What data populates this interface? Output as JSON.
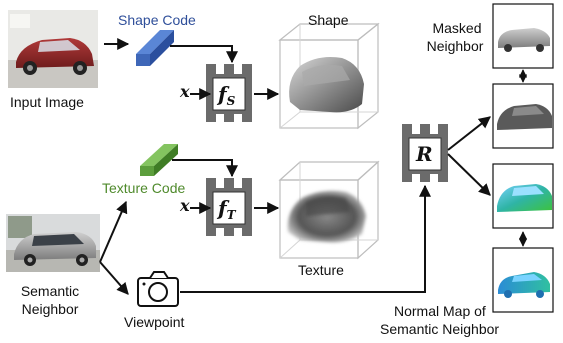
{
  "labels": {
    "input_image": "Input Image",
    "shape_code": "Shape Code",
    "shape": "Shape",
    "masked_neighbor_line1": "Masked",
    "masked_neighbor_line2": "Neighbor",
    "texture_code": "Texture Code",
    "texture": "Texture",
    "semantic_neighbor_line1": "Semantic",
    "semantic_neighbor_line2": "Neighbor",
    "viewpoint": "Viewpoint",
    "normal_map_line1": "Normal Map of",
    "normal_map_line2": "Semantic Neighbor"
  },
  "math": {
    "x_shape": "x",
    "x_texture": "x",
    "fs_main": "f",
    "fs_sub": "S",
    "ft_main": "f",
    "ft_sub": "T",
    "r": "R"
  },
  "colors": {
    "shape_code": "#3e67b8",
    "texture_code": "#5c9e3c",
    "shape_code_text": "#2f4f9a",
    "texture_code_text": "#4f8a2c",
    "block": "#6b6b6b",
    "arrow": "#111111"
  },
  "icons": {
    "camera": "camera-icon"
  }
}
